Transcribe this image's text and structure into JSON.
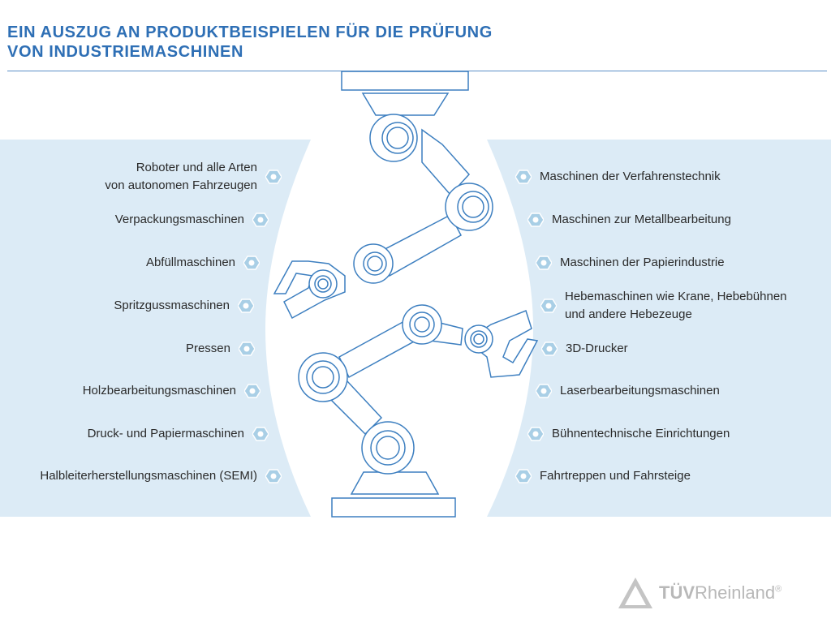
{
  "title": {
    "line1": "EIN AUSZUG AN PRODUKTBEISPIELEN FÜR DIE PRÜFUNG",
    "line2": "VON INDUSTRIEMASCHINEN"
  },
  "left_items": [
    {
      "lines": [
        "Roboter und alle Arten",
        "von autonomen Fahrzeugen"
      ]
    },
    {
      "lines": [
        "Verpackungsmaschinen"
      ]
    },
    {
      "lines": [
        "Abfüllmaschinen"
      ]
    },
    {
      "lines": [
        "Spritzgussmaschinen"
      ]
    },
    {
      "lines": [
        "Pressen"
      ]
    },
    {
      "lines": [
        "Holzbearbeitungsmaschinen"
      ]
    },
    {
      "lines": [
        "Druck- und Papiermaschinen"
      ]
    },
    {
      "lines": [
        "Halbleiterherstellungsmaschinen (SEMI)"
      ]
    }
  ],
  "right_items": [
    {
      "lines": [
        "Maschinen der Verfahrenstechnik"
      ]
    },
    {
      "lines": [
        "Maschinen zur Metallbearbeitung"
      ]
    },
    {
      "lines": [
        "Maschinen der Papierindustrie"
      ]
    },
    {
      "lines": [
        "Hebemaschinen wie Krane, Hebebühnen",
        "und andere Hebezeuge"
      ]
    },
    {
      "lines": [
        "3D-Drucker"
      ]
    },
    {
      "lines": [
        "Laserbearbeitungsmaschinen"
      ]
    },
    {
      "lines": [
        "Bühnentechnische Einrichtungen"
      ]
    },
    {
      "lines": [
        "Fahrtreppen und Fahrsteige"
      ]
    }
  ],
  "logo": {
    "bold": "TÜV",
    "rest": "Rheinland",
    "mark": "®"
  },
  "colors": {
    "accent": "#2e6fb5",
    "panel": "#dcebf6",
    "nut": "#a9cfe6",
    "robot": "#3d7fc0"
  }
}
